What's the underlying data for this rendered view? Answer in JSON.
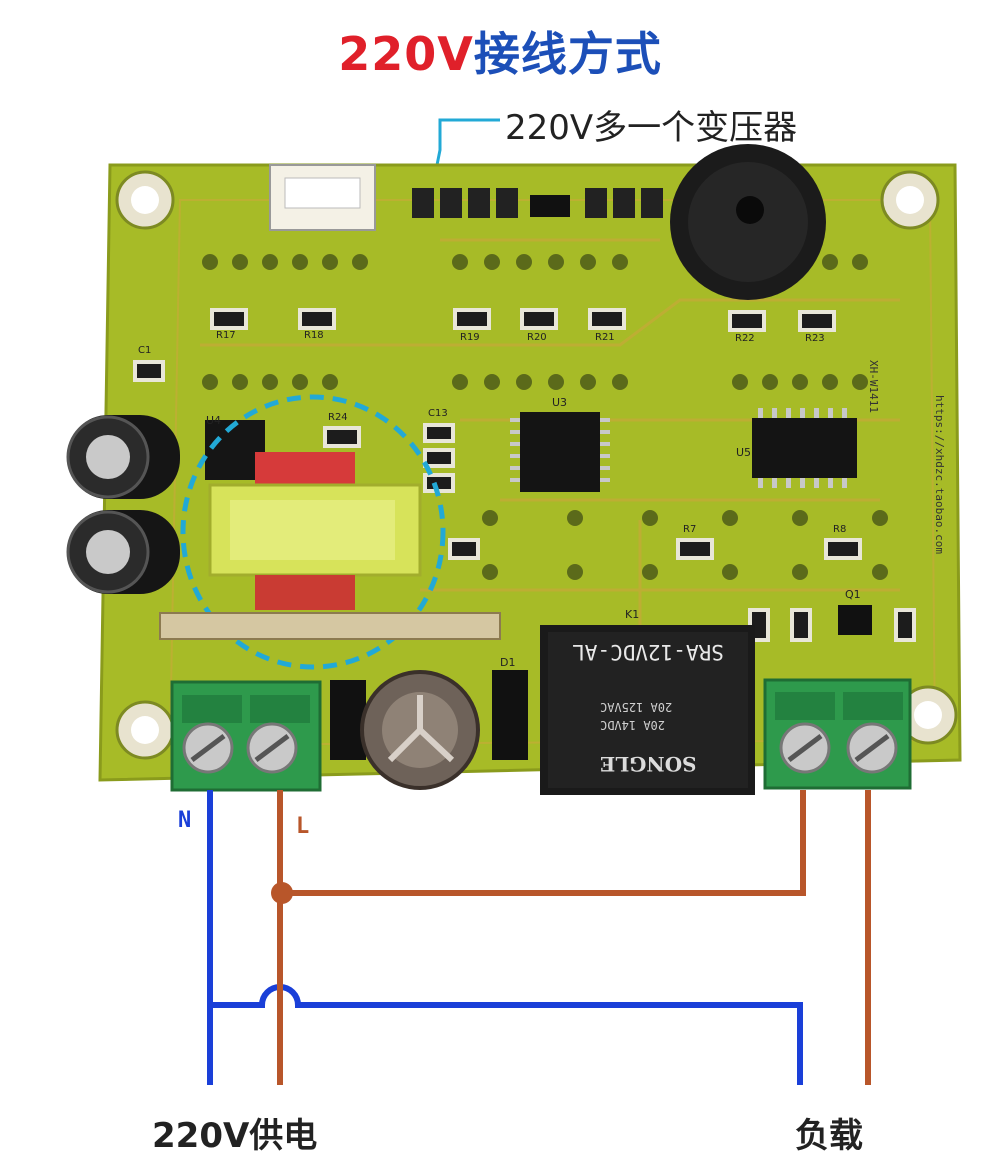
{
  "title": {
    "voltage": "220V",
    "method": "接线方式"
  },
  "callout": "220V多一个变压器",
  "pins": {
    "neutral": "N",
    "live": "L"
  },
  "labels": {
    "supply": "220V供电",
    "load": "负载"
  },
  "relay": {
    "model": "SRA-12VDC-AL",
    "ratings": [
      "20A 125VAC",
      "20A 14VDC"
    ],
    "brand": "SONGLE"
  },
  "chip_labels": {
    "u3": "U3",
    "u5": "U5",
    "u4": "U4",
    "k1": "K1",
    "q1": "Q1",
    "d1": "D1"
  },
  "resistor_labels": [
    "R17",
    "R18",
    "R19",
    "R20",
    "R21",
    "R22",
    "R23",
    "R24",
    "R7",
    "R8"
  ],
  "cap_labels": [
    "C1",
    "C13"
  ],
  "silk_side": "XH-W1411",
  "silk_url": "https://xhdzc.taobao.com",
  "colors": {
    "title_red": "#e0202a",
    "title_blue": "#1c4fb8",
    "pcb": "#a7bb27",
    "wire_blue": "#1a3fd8",
    "wire_brown": "#b8562a",
    "terminal": "#2e9a4c",
    "callout_line": "#22a9d6"
  }
}
